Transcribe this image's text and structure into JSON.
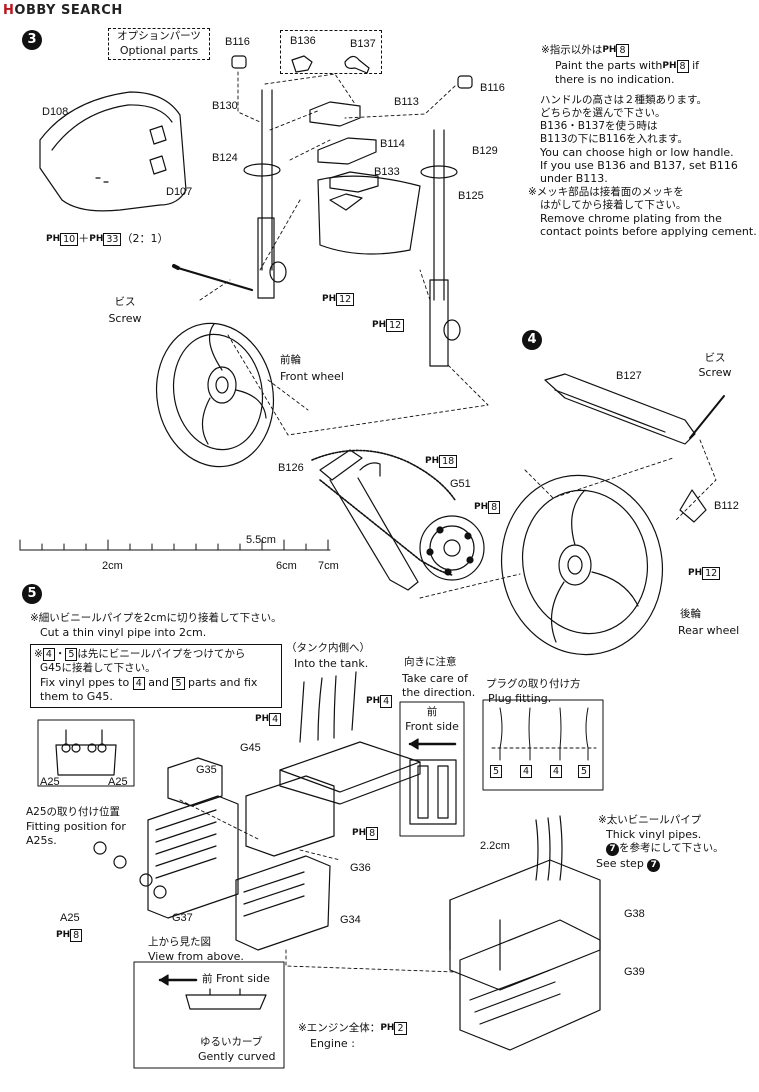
{
  "header": {
    "logo_mark": "H",
    "logo_rest": "OBBY SEARCH"
  },
  "steps": {
    "s3": "3",
    "s4": "4",
    "s5": "5"
  },
  "optional": {
    "jp": "オプションパーツ",
    "en": "Optional parts"
  },
  "parts": {
    "B116a": "B116",
    "B136": "B136",
    "B137": "B137",
    "B116b": "B116",
    "B130": "B130",
    "B113": "B113",
    "B124": "B124",
    "B114": "B114",
    "B129": "B129",
    "B133": "B133",
    "B125": "B125",
    "D108": "D108",
    "D107": "D107",
    "B127": "B127",
    "B126": "B126",
    "G51": "G51",
    "B112": "B112",
    "G45": "G45",
    "G35": "G35",
    "G36": "G36",
    "G37": "G37",
    "G34": "G34",
    "G38": "G38",
    "G39": "G39",
    "A25a": "A25",
    "A25b": "A25",
    "A25c": "A25"
  },
  "paint": {
    "ph": "PH",
    "p8": "8",
    "p10": "10",
    "p33": "33",
    "ratio": "（2：1）",
    "p12a": "12",
    "p12b": "12",
    "p18": "18",
    "p8b": "8",
    "p12c": "12",
    "p4a": "4",
    "p4b": "4",
    "p8c": "8",
    "p8d": "8",
    "p2": "2"
  },
  "notes3": {
    "n1jp": "※指示以外は",
    "n1en1": "Paint the parts with",
    "n1en1b": "if",
    "n1en2": "there is no indication.",
    "n2jp1": "ハンドルの高さは２種類あります。",
    "n2jp2": "どちらかを選んで下さい。",
    "n2jp3": "B136・B137を使う時は",
    "n2jp4": "B113の下にB116を入れます。",
    "n2en1": "You can choose high or low handle.",
    "n2en2": "If you use B136 and B137, set B116",
    "n2en3": "under B113.",
    "n3jp1": "※メッキ部品は接着面のメッキを",
    "n3jp2": "はがしてから接着して下さい。",
    "n3en1": "Remove chrome plating from the",
    "n3en2": "contact points before applying cement."
  },
  "screw1": {
    "jp": "ビス",
    "en": "Screw"
  },
  "screw2": {
    "jp": "ビス",
    "en": "Screw"
  },
  "front_wheel": {
    "jp": "前輪",
    "en": "Front wheel"
  },
  "rear_wheel": {
    "jp": "後輪",
    "en": "Rear wheel"
  },
  "ruler": {
    "l1": "5.5cm",
    "l2": "2cm",
    "l3": "6cm",
    "l4": "7cm"
  },
  "step5": {
    "vinyl_jp": "※細いビニールパイプを2cmに切り接着して下さい。",
    "vinyl_en": "Cut a thin vinyl pipe into 2cm.",
    "fix_jp1a": "※",
    "fix_b4": "4",
    "fix_dot": "・",
    "fix_b5": "5",
    "fix_jp1b": "は先にビニールパイプをつけてから",
    "fix_jp2": "G45に接着して下さい。",
    "fix_en1a": "Fix vinyl ppes to",
    "fix_en1b": "and",
    "fix_en1c": "parts and fix",
    "fix_en2": "them to G45.",
    "tank_jp": "（タンク内側へ）",
    "tank_en": "Into the tank.",
    "dir_jp": "向きに注意",
    "dir_en1": "Take care of",
    "dir_en2": "the direction.",
    "front_jp": "前",
    "front_en": "Front side",
    "plug_jp": "プラグの取り付け方",
    "plug_en": "Plug fitting.",
    "plug_nums": [
      "5",
      "4",
      "4",
      "5"
    ],
    "a25_jp": "A25の取り付け位置",
    "a25_en1": "Fitting position for",
    "a25_en2": "A25s.",
    "thick_jp": "※太いビニールパイプ",
    "thick_en": "Thick vinyl pipes.",
    "ref_jp": "を参考にして下さい。",
    "ref_num": "7",
    "see_en": "See step",
    "len": "2.2cm",
    "above_jp": "上から見た図",
    "above_en": "View from above.",
    "fs_jp": "前",
    "fs_en": "Front side",
    "curve_jp": "ゆるいカーブ",
    "curve_en": "Gently curved",
    "engine_jp": "※エンジン全体：",
    "engine_en": "Engine :"
  }
}
